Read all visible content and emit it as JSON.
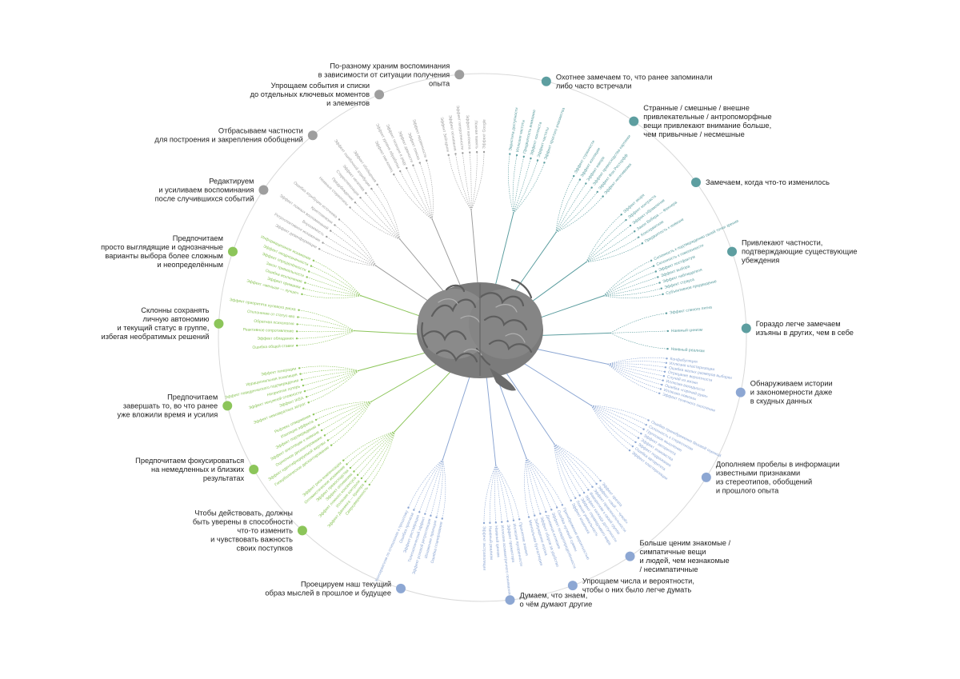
{
  "colors": {
    "gray": "#9e9e9e",
    "teal": "#5d9ea0",
    "blue": "#8da7d3",
    "green": "#8cc55a",
    "brain": "#7a7a7a",
    "ring": "#d5d5d5"
  },
  "categories": [
    {
      "id": "memory-situation",
      "angle": -95,
      "label_side": "left",
      "color": "gray",
      "label": [
        "По-разному храним воспоминания",
        "в зависимости от ситуации получения",
        "опыта"
      ],
      "biases": [
        "Эффект Зейгарник",
        "Эффект основания",
        "Эффект гетерогенности",
        "Эффект контекста",
        "Ложная память",
        "Эффект Google"
      ]
    },
    {
      "id": "reduce-events",
      "angle": -113,
      "label_side": "left",
      "color": "gray",
      "label": [
        "Упрощаем события и списки",
        "до отдельных ключевых моментов",
        "и элементов"
      ],
      "biases": [
        "Эффект пик-конец",
        "Эффект уровня обработки",
        "Эффект позиции в ряду",
        "Эффект давности",
        "Эффект списка",
        "Эффект первичности"
      ]
    },
    {
      "id": "discard-specifics",
      "angle": -130,
      "label_side": "left",
      "color": "gray",
      "label": [
        "Отбрасываем частности",
        "для построения и закрепления обобщений"
      ],
      "biases": [
        "Неявные стереотипы",
        "Предубеждение",
        "Стереотипизация",
        "Эффект негатива",
        "Эффект ошибочной атрибуции",
        "Эффект обобщения"
      ]
    },
    {
      "id": "edit-memories",
      "angle": -146,
      "label_side": "left",
      "color": "gray",
      "label": [
        "Редактируем",
        "и усиливаем воспоминания",
        "после случившихся событий"
      ],
      "biases": [
        "Эффект дезинформации",
        "Ретроспективное искажение",
        "Внушаемость",
        "Эффект ложных воспоминаний",
        "Криптомнезия",
        "Ошибка атрибуции источника"
      ]
    },
    {
      "id": "simple-options",
      "angle": -161,
      "label_side": "left",
      "color": "green",
      "label": [
        "Предпочитаем",
        "просто выглядящие и однозначные",
        "варианты выбора более сложным",
        "и неопределённым"
      ],
      "biases": [
        "Эффект «меньше — лучше»",
        "Эффект приманки",
        "Ошибка исключения",
        "Закон тривиальности",
        "Эффект определённости",
        "Эффект неоднозначности",
        "Информационное искажение"
      ]
    },
    {
      "id": "preserve-autonomy",
      "angle": -177,
      "label_side": "left",
      "color": "green",
      "label": [
        "Склонны сохранять",
        "личную автономию",
        "и текущий статус в группе,",
        "избегая необратимых решений"
      ],
      "biases": [
        "Ошибка общей ставки",
        "Эффект обладания",
        "Реактивное сопротивление",
        "Обратная психология",
        "Отклонение от статус-кво",
        "Эффект приоритета нулевого риска"
      ]
    },
    {
      "id": "finish-invested",
      "angle": 165,
      "label_side": "left",
      "color": "green",
      "label": [
        "Предпочитаем",
        "завершать то, во что ранее",
        "уже вложили время и усилия"
      ],
      "biases": [
        "Эффект невозвратных затрат",
        "Эффект IKEA",
        "Эффект ненужной сложности",
        "Неприятие потерь",
        "Эффект поведенческого подтверждения",
        "Иррациональная эскалация",
        "Эффект генерации"
      ]
    },
    {
      "id": "immediate-focus",
      "angle": 150,
      "label_side": "left",
      "color": "green",
      "label": [
        "Предпочитаем фокусироваться",
        "на немедленных и близких",
        "результатах"
      ],
      "biases": [
        "Гиперболическое дисконтирование",
        "Эффект идентифицируемой жертвы",
        "Оценочное дисконтирование",
        "Эффект апелляции к новизне",
        "Эффект подтверждения",
        "Изоляция эффекта",
        "Рефлекс отвержения"
      ]
    },
    {
      "id": "act-confident",
      "angle": 133,
      "label_side": "left",
      "color": "green",
      "label": [
        "Чтобы действовать, должны",
        "быть уверены в способности",
        "что-то изменить",
        "и чувствовать важность",
        "своих поступков"
      ],
      "biases": [
        "Сверхуверенность",
        "Эффект Даннинга — Крюгера",
        "Иллюзия контроля",
        "Эффект ложного консенсуса",
        "Эффект оптимизма",
        "Эффект превосходства",
        "Оптимистическое искажение",
        "Эффект риск-компенсации"
      ]
    },
    {
      "id": "project-mindset",
      "angle": 108,
      "label_side": "left",
      "color": "blue",
      "label": [
        "Проецируем наш текущий",
        "образ мыслей в прошлое и будущее"
      ],
      "biases": [
        "Ошибка планирования",
        "Искажение проекции",
        "Эффект розовой ретроспекции",
        "Телескопический эффект",
        "Эффект реставрации",
        "Ошибка прогноза",
        "Консерватизм по отношению к прошлому"
      ]
    },
    {
      "id": "know-others",
      "angle": 84,
      "label_side": "right",
      "color": "blue",
      "label": [
        "Думаем, что знаем,",
        "о чём думают другие"
      ],
      "biases": [
        "Проклятие знания",
        "Иллюзия прозрачности",
        "Эффект прожектора",
        "Иллюзия асимметричного понимания",
        "Наивный цинизм",
        "Наивный реализм",
        "Эффект экстраполяции"
      ]
    },
    {
      "id": "simplify-numbers",
      "angle": 70,
      "label_side": "right",
      "color": "blue",
      "label": [
        "Упрощаем числа и вероятности,",
        "чтобы о них было легче думать"
      ],
      "biases": [
        "Пренебрежение вероятностью",
        "Ошибка нулевой суммы",
        "Эффект псевдоопределённости",
        "Денежная иллюзия",
        "Эффект сборов за удобство",
        "Заблуждение игрока",
        "Ментальная бухгалтерия"
      ]
    },
    {
      "id": "favor-familiar",
      "angle": 56,
      "label_side": "right",
      "color": "blue",
      "label": [
        "Больше ценим знакомые /",
        "симпатичные вещи",
        "и людей, чем незнакомые",
        "/ несимпатичные"
      ],
      "biases": [
        "Эффект ореола",
        "Эффект «свой — чужой»",
        "Эффект привлекательности",
        "Фаворитизм к своей группе",
        "Эффект каскада доступности",
        "Эффект справедливого мира",
        "Ложная уникальность",
        "Эффект кошелька"
      ]
    },
    {
      "id": "fill-gaps",
      "angle": 32,
      "label_side": "right",
      "color": "blue",
      "label": [
        "Дополняем пробелы в информации",
        "известными признаками",
        "из стереотипов, обобщений",
        "и прошлого опыта"
      ],
      "biases": [
        "Ошибка пренебрежения базовой оценкой",
        "Склонность к стереотипам",
        "Групповое мышление",
        "Эффект авторитета",
        "Эффект знакомства",
        "Эффект подражания",
        "Ошибка авторитета",
        "Эффект кластеризации"
      ]
    },
    {
      "id": "find-patterns",
      "angle": 12,
      "label_side": "right",
      "color": "blue",
      "label": [
        "Обнаруживаем истории",
        "и закономерности даже",
        "в скудных данных"
      ],
      "biases": [
        "Конфабуляция",
        "Иллюзия кластеризации",
        "Ошибка малых размеров выборки",
        "Отрицание вероятности",
        "Случай из жизни",
        "Иллюзия валидности",
        "Ошибка «горячей руки»",
        "Иллюзия новизны",
        "Эффект точечного скопления"
      ]
    },
    {
      "id": "flaws-others",
      "angle": -2,
      "label_side": "right",
      "color": "teal",
      "label": [
        "Гораздо легче замечаем",
        "изъяны в других, чем в себе"
      ],
      "biases": [
        "Эффект слепого пятна",
        "Наивный цинизм",
        "Наивный реализм"
      ]
    },
    {
      "id": "confirm-beliefs",
      "angle": -19,
      "label_side": "right",
      "color": "teal",
      "label": [
        "Привлекают частности,",
        "подтверждающие существующие",
        "убеждения"
      ],
      "biases": [
        "Склонность к подтверждению своей точки зрения",
        "Склонность к гомогенности",
        "Эффект постфактум",
        "Эффект выбора",
        "Эффект наблюдателя",
        "Эффект страуса",
        "Субъективное предвидение"
      ]
    },
    {
      "id": "notice-change",
      "angle": -36,
      "label_side": "right",
      "color": "teal",
      "label": [
        "Замечаем, когда что-то изменилось"
      ],
      "biases": [
        "Эффект якоря",
        "Эффект контраста",
        "Эффект обрамления",
        "Закон Вебера — Фехнера",
        "Консерватизм",
        "Предвзятость к новизне"
      ]
    },
    {
      "id": "bizarre-stand-out",
      "angle": -55,
      "label_side": "right",
      "color": "teal",
      "label": [
        "Странные / смешные / внешне",
        "привлекательные / антропоморфные",
        "вещи привлекают внимание больше,",
        "чем привычные / несмешные"
      ],
      "biases": [
        "Эффект странности",
        "Эффект изоляции",
        "Эффект юмора",
        "Эффект превосходства картинки",
        "Эффект Фон Ресторфф",
        "Эффект негативизма"
      ]
    },
    {
      "id": "notice-primed",
      "angle": -76,
      "label_side": "right",
      "color": "teal",
      "label": [
        "Охотнее замечаем то, что ранее запоминали",
        "либо часто встречали"
      ],
      "biases": [
        "Эвристика доступности",
        "Иллюзия частоты",
        "Предвзятость внимания",
        "Эффект контекста",
        "Эффект частоты",
        "Эффект простого знакомства"
      ]
    }
  ]
}
